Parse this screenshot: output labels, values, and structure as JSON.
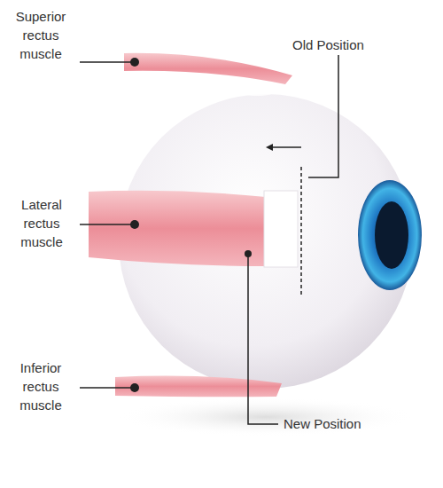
{
  "diagram": {
    "labels": [
      "Superior rectus muscle",
      "Old Position",
      "Lateral rectus muscle",
      "Inferior rectus muscle",
      "New Position"
    ]
  }
}
